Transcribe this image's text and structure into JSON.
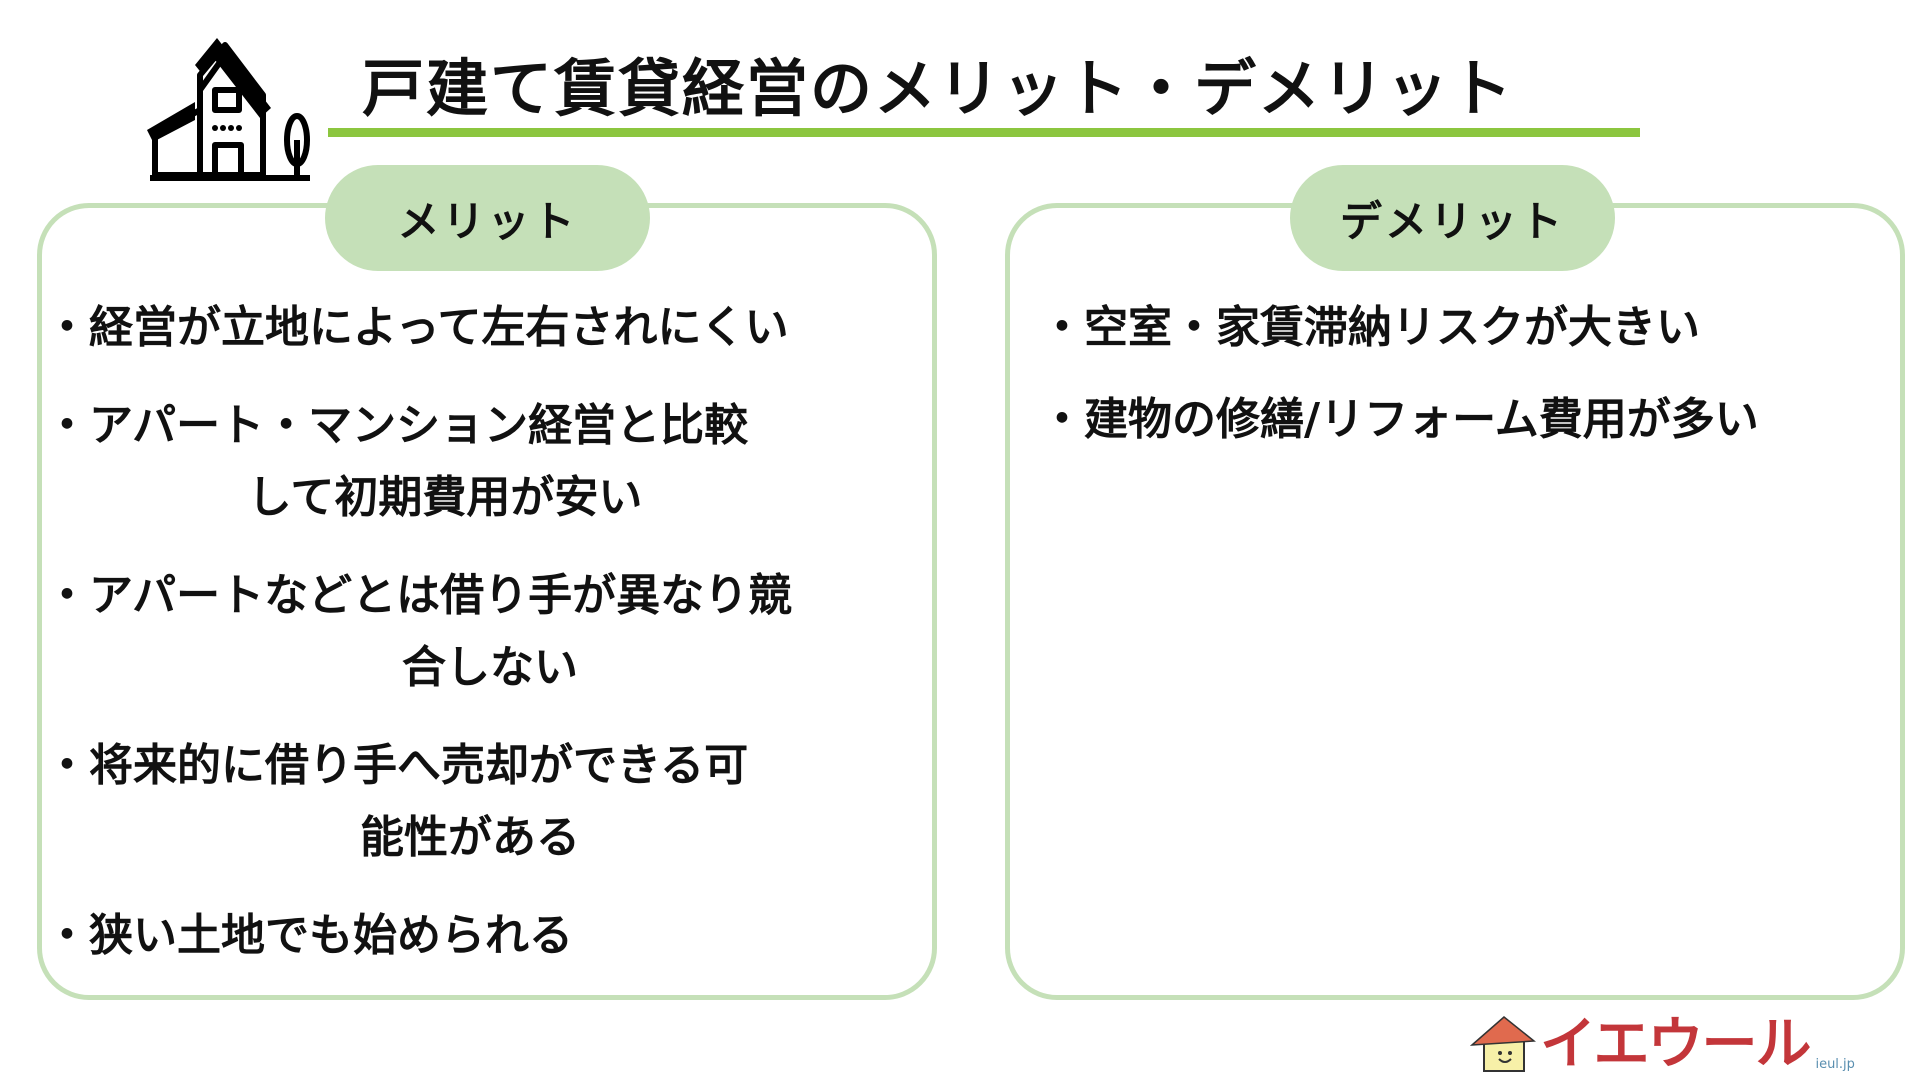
{
  "title": "戸建て賃貸経営のメリット・デメリット",
  "merits": {
    "label": "メリット",
    "items": [
      [
        "・経営が立地によって左右されにくい"
      ],
      [
        "・アパート・マンション経営と比較",
        "して初期費用が安い"
      ],
      [
        "・アパートなどとは借り手が異なり競",
        "合しない"
      ],
      [
        "・将来的に借り手へ売却ができる可",
        "能性がある"
      ],
      [
        "・狭い土地でも始められる"
      ]
    ]
  },
  "demerits": {
    "label": "デメリット",
    "items": [
      [
        "・空室・家賃滞納リスクが大きい"
      ],
      [
        "・建物の修繕/リフォーム費用が多い"
      ]
    ]
  },
  "logo": {
    "name": "イエウール",
    "domain": "ieul.jp"
  },
  "colors": {
    "accent": "#8cc63f",
    "box": "#c5e0b8",
    "logo": "#c3363a"
  }
}
